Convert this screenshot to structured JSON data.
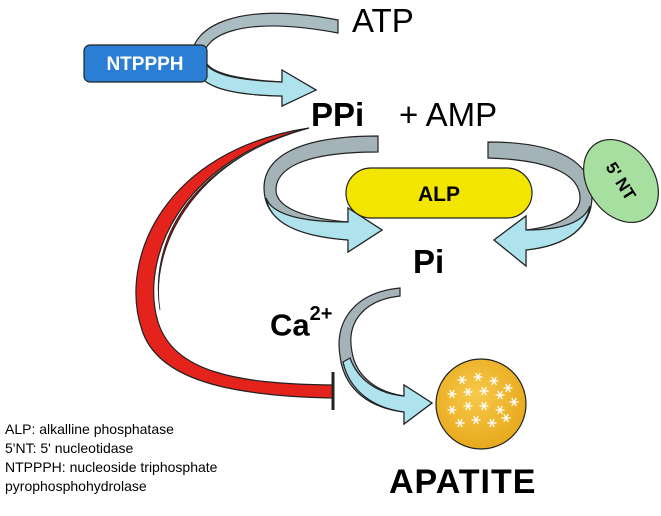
{
  "labels": {
    "atp": "ATP",
    "ppi": "PPi",
    "plus_amp": "+ AMP",
    "pi": "Pi",
    "ca": "Ca",
    "ca_charge": "2+",
    "apatite": "APATITE"
  },
  "enzymes": {
    "ntppph": "NTPPPH",
    "alp": "ALP",
    "nt5": "5' NT"
  },
  "legend": [
    "ALP: alkalline phosphatase",
    "5'NT: 5' nucleotidase",
    "NTPPPH: nucleoside triphosphate",
    "pyrophosphohydrolase"
  ],
  "colors": {
    "ntppph_fill": "#2a7fd4",
    "alp_fill": "#f2e600",
    "nt5_fill": "#a6dfa0",
    "apatite_fill": "#f2b92c",
    "arrow_gray": "#a3b3b8",
    "arrow_cyan": "#aee3ee",
    "inhibit_red": "#e3231c"
  }
}
